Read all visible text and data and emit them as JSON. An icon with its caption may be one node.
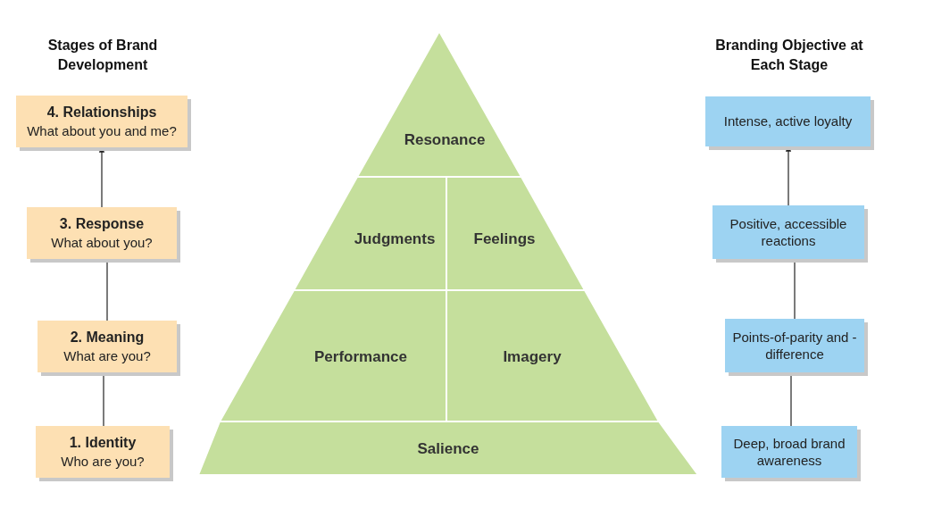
{
  "diagram": {
    "nodes": [
      {
        "text": [
          "4. Relationships",
          "What about you and me?"
        ]
      },
      {
        "text": [
          "3. Response",
          "What about you?"
        ]
      },
      {
        "text": [
          "2. Meaning",
          "What are you?"
        ]
      },
      {
        "text": [
          "1. Identity",
          "Who are you?"
        ]
      },
      {
        "text": [
          "Resonance"
        ]
      },
      {
        "text": [
          "Judgments"
        ]
      },
      {
        "text": [
          "Feelings"
        ]
      },
      {
        "text": [
          "Performance"
        ]
      },
      {
        "text": [
          "Imagery"
        ]
      },
      {
        "text": [
          "Salience"
        ]
      },
      {
        "text": [
          "Intense, active loyalty"
        ]
      },
      {
        "text": [
          "Positive, accessible reactions"
        ]
      },
      {
        "text": [
          "Points-of-parity and -difference"
        ]
      },
      {
        "text": [
          "Deep, broad brand awareness"
        ]
      }
    ],
    "edges": [
      {
        "from": 3,
        "to": 2,
        "arrow": "none"
      },
      {
        "from": 2,
        "to": 1,
        "arrow": "none"
      },
      {
        "from": 1,
        "to": 0,
        "arrow": "to"
      },
      {
        "from": 13,
        "to": 12,
        "arrow": "none"
      },
      {
        "from": 12,
        "to": 11,
        "arrow": "none"
      },
      {
        "from": 11,
        "to": 10,
        "arrow": "to"
      }
    ],
    "labels": [
      "Stages of Brand Development",
      "Branding Objective at Each Stage"
    ]
  }
}
